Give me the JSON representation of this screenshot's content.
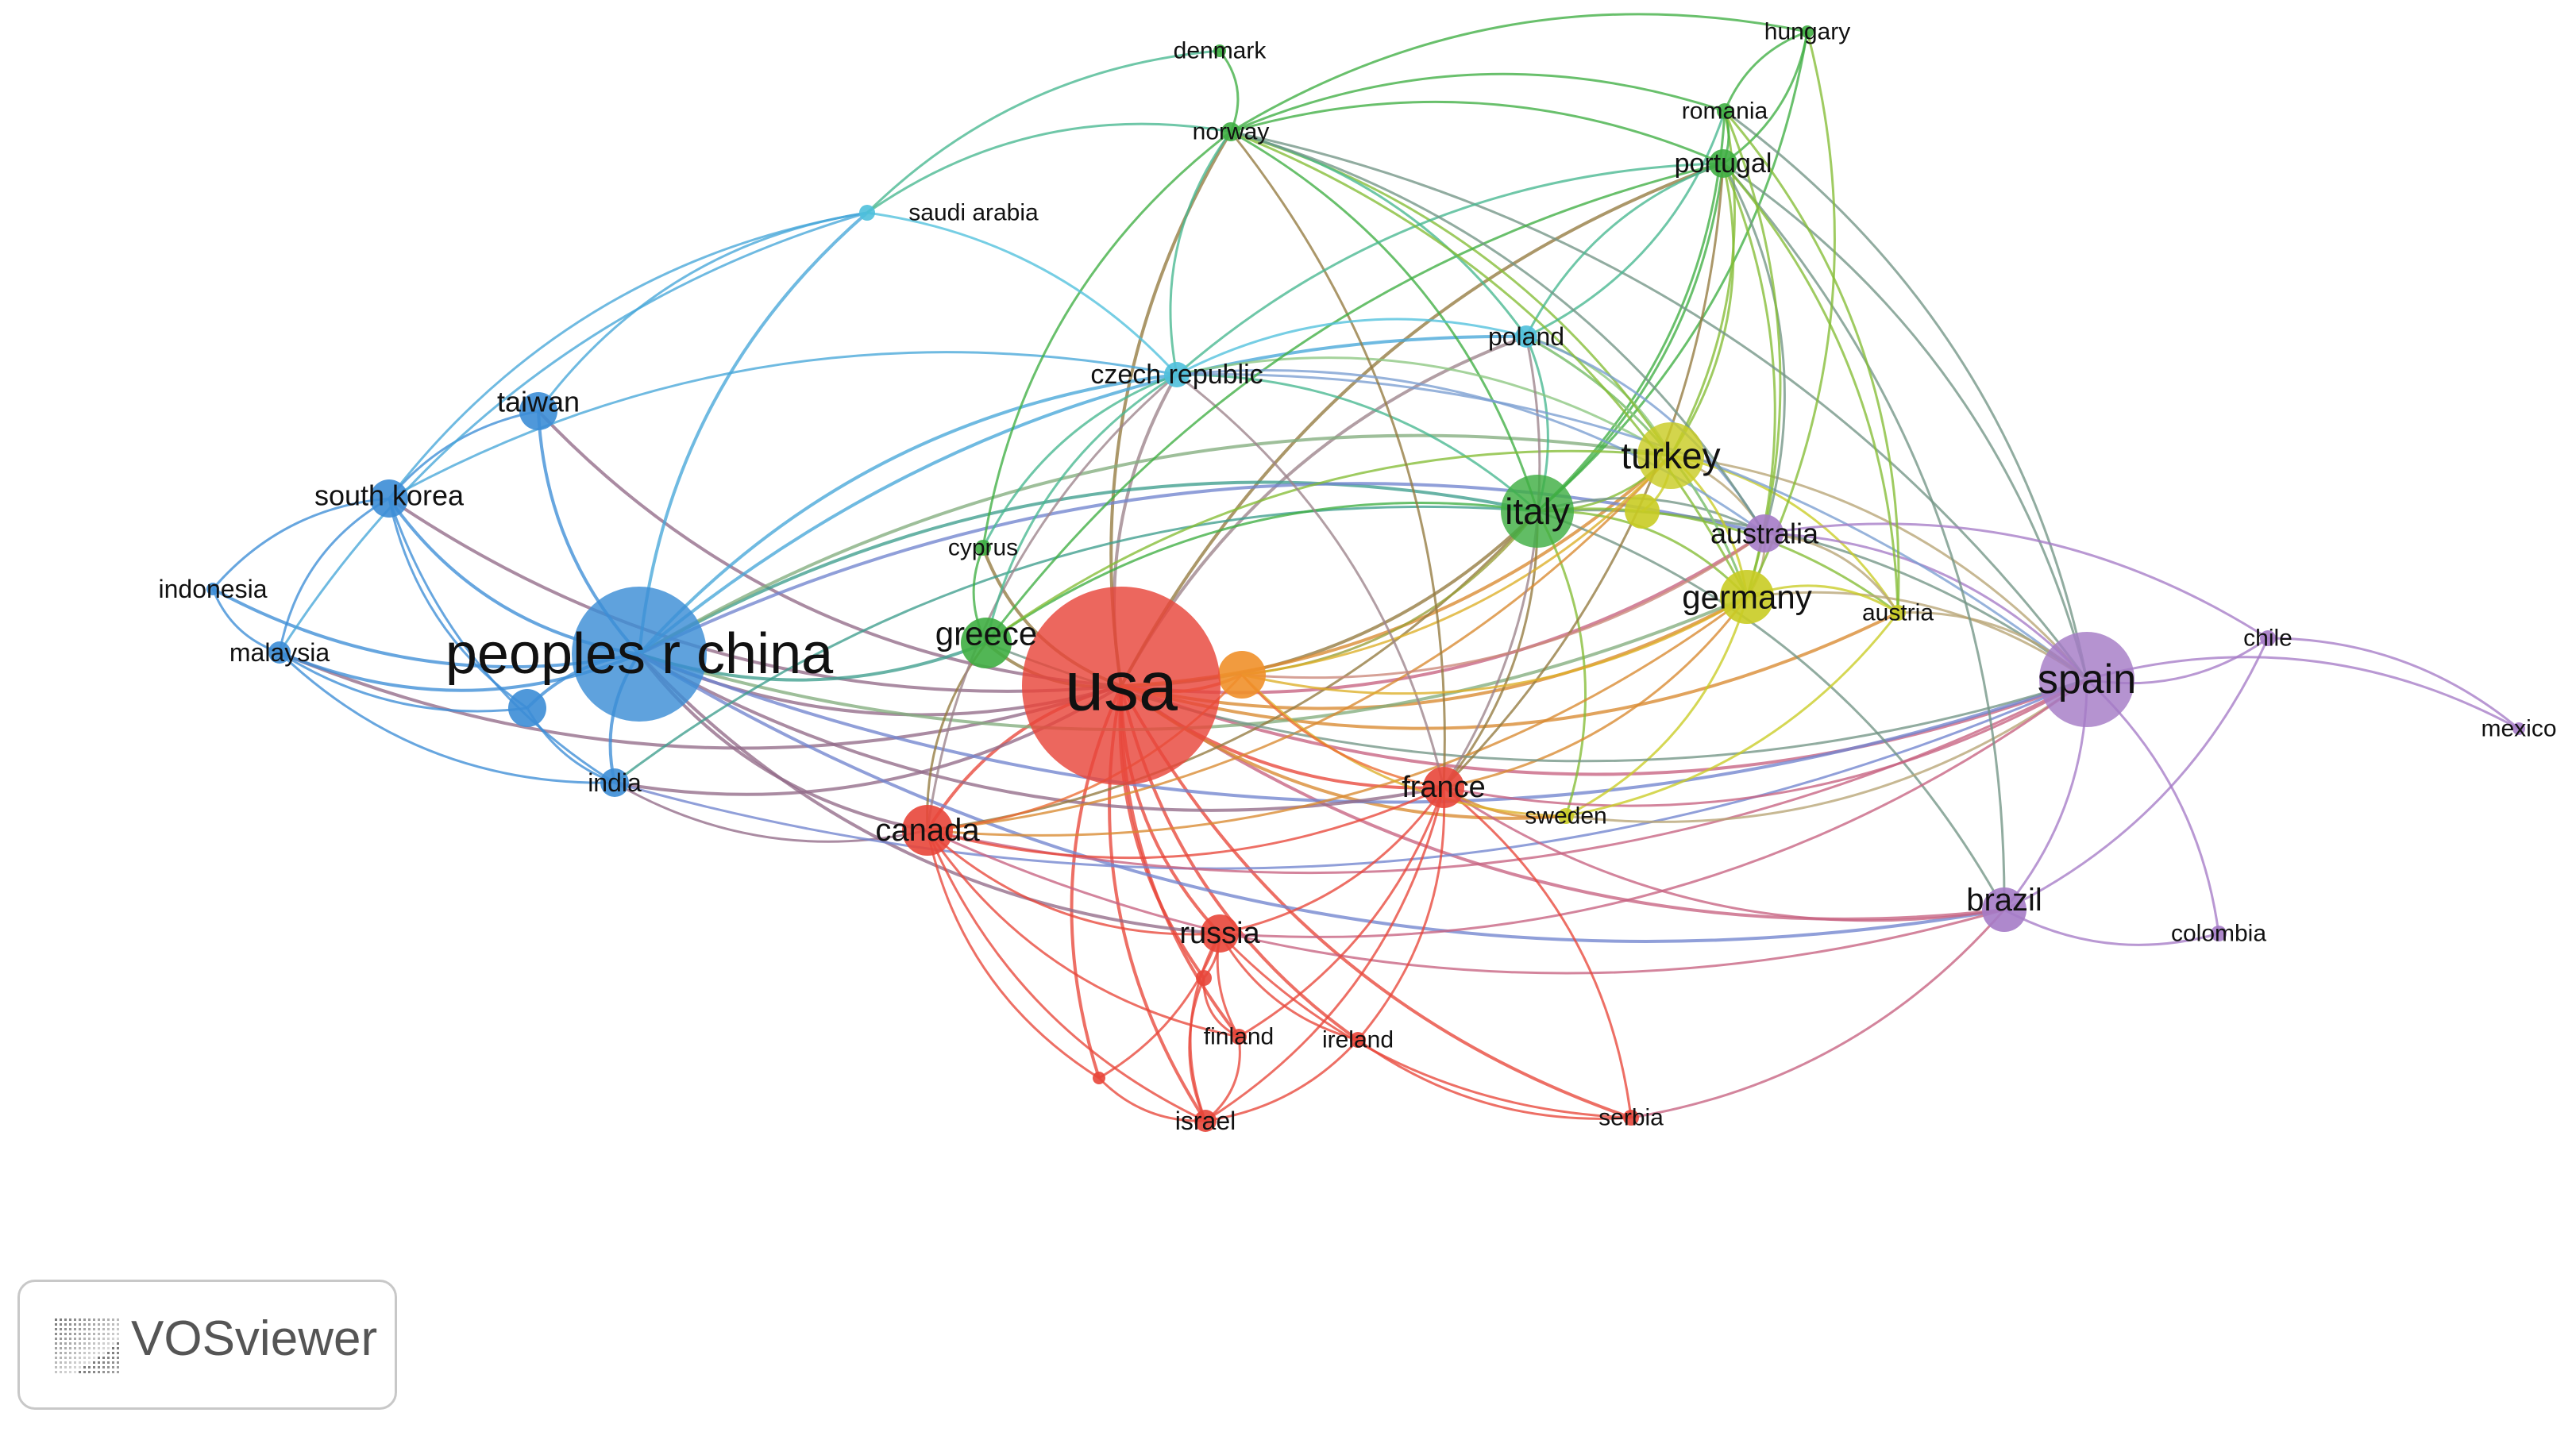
{
  "network": {
    "clusters": {
      "red": "#e8463a",
      "blue": "#3c8dd6",
      "green": "#3fae43",
      "cyan": "#4fc0dc",
      "yellow": "#c9cc24",
      "purple": "#a57bc6",
      "orange": "#f0902a"
    },
    "nodes": [
      {
        "id": "usa",
        "label": "usa",
        "cluster": "red"
      },
      {
        "id": "china",
        "label": "peoples r china",
        "cluster": "blue"
      },
      {
        "id": "spain",
        "label": "spain",
        "cluster": "purple"
      },
      {
        "id": "italy",
        "label": "italy",
        "cluster": "green"
      },
      {
        "id": "turkey",
        "label": "turkey",
        "cluster": "yellow"
      },
      {
        "id": "germany",
        "label": "germany",
        "cluster": "yellow"
      },
      {
        "id": "australia",
        "label": "australia",
        "cluster": "purple"
      },
      {
        "id": "greece",
        "label": "greece",
        "cluster": "green"
      },
      {
        "id": "canada",
        "label": "canada",
        "cluster": "red"
      },
      {
        "id": "france",
        "label": "france",
        "cluster": "red"
      },
      {
        "id": "brazil",
        "label": "brazil",
        "cluster": "purple"
      },
      {
        "id": "russia",
        "label": "russia",
        "cluster": "red"
      },
      {
        "id": "taiwan",
        "label": "taiwan",
        "cluster": "blue"
      },
      {
        "id": "southkorea",
        "label": "south korea",
        "cluster": "blue"
      },
      {
        "id": "india",
        "label": "india",
        "cluster": "blue"
      },
      {
        "id": "malaysia",
        "label": "malaysia",
        "cluster": "blue"
      },
      {
        "id": "indonesia",
        "label": "indonesia",
        "cluster": "blue"
      },
      {
        "id": "czech",
        "label": "czech republic",
        "cluster": "cyan"
      },
      {
        "id": "poland",
        "label": "poland",
        "cluster": "cyan"
      },
      {
        "id": "saudi",
        "label": "saudi arabia",
        "cluster": "cyan"
      },
      {
        "id": "cyprus",
        "label": "cyprus",
        "cluster": "green"
      },
      {
        "id": "portugal",
        "label": "portugal",
        "cluster": "green"
      },
      {
        "id": "romania",
        "label": "romania",
        "cluster": "green"
      },
      {
        "id": "hungary",
        "label": "hungary",
        "cluster": "green"
      },
      {
        "id": "norway",
        "label": "norway",
        "cluster": "green"
      },
      {
        "id": "denmark",
        "label": "denmark",
        "cluster": "green"
      },
      {
        "id": "austria",
        "label": "austria",
        "cluster": "yellow"
      },
      {
        "id": "sweden",
        "label": "sweden",
        "cluster": "yellow"
      },
      {
        "id": "chile",
        "label": "chile",
        "cluster": "purple"
      },
      {
        "id": "mexico",
        "label": "mexico",
        "cluster": "purple"
      },
      {
        "id": "colombia",
        "label": "colombia",
        "cluster": "purple"
      },
      {
        "id": "finland",
        "label": "finland",
        "cluster": "red"
      },
      {
        "id": "ireland",
        "label": "ireland",
        "cluster": "red"
      },
      {
        "id": "israel",
        "label": "israel",
        "cluster": "red"
      },
      {
        "id": "serbia",
        "label": "serbia",
        "cluster": "red"
      },
      {
        "id": "orangehub",
        "label": "",
        "cluster": "orange"
      },
      {
        "id": "chinasat",
        "label": "",
        "cluster": "blue"
      },
      {
        "id": "turkeysat",
        "label": "",
        "cluster": "yellow"
      },
      {
        "id": "redsat1",
        "label": "",
        "cluster": "red"
      },
      {
        "id": "redsat2",
        "label": "",
        "cluster": "red"
      }
    ],
    "links": [
      [
        "usa",
        "china"
      ],
      [
        "usa",
        "canada"
      ],
      [
        "usa",
        "italy"
      ],
      [
        "usa",
        "turkey"
      ],
      [
        "usa",
        "germany"
      ],
      [
        "usa",
        "spain"
      ],
      [
        "usa",
        "france"
      ],
      [
        "usa",
        "russia"
      ],
      [
        "usa",
        "brazil"
      ],
      [
        "usa",
        "australia"
      ],
      [
        "usa",
        "greece"
      ],
      [
        "usa",
        "taiwan"
      ],
      [
        "usa",
        "southkorea"
      ],
      [
        "usa",
        "india"
      ],
      [
        "usa",
        "israel"
      ],
      [
        "usa",
        "finland"
      ],
      [
        "usa",
        "ireland"
      ],
      [
        "usa",
        "serbia"
      ],
      [
        "usa",
        "czech"
      ],
      [
        "usa",
        "poland"
      ],
      [
        "usa",
        "portugal"
      ],
      [
        "usa",
        "norway"
      ],
      [
        "usa",
        "sweden"
      ],
      [
        "usa",
        "austria"
      ],
      [
        "usa",
        "orangehub"
      ],
      [
        "usa",
        "malaysia"
      ],
      [
        "usa",
        "cyprus"
      ],
      [
        "usa",
        "redsat1"
      ],
      [
        "usa",
        "redsat2"
      ],
      [
        "china",
        "southkorea"
      ],
      [
        "china",
        "taiwan"
      ],
      [
        "china",
        "india"
      ],
      [
        "china",
        "malaysia"
      ],
      [
        "china",
        "indonesia"
      ],
      [
        "china",
        "canada"
      ],
      [
        "china",
        "italy"
      ],
      [
        "china",
        "turkey"
      ],
      [
        "china",
        "germany"
      ],
      [
        "china",
        "spain"
      ],
      [
        "china",
        "australia"
      ],
      [
        "china",
        "czech"
      ],
      [
        "china",
        "saudi"
      ],
      [
        "china",
        "greece"
      ],
      [
        "china",
        "france"
      ],
      [
        "china",
        "brazil"
      ],
      [
        "china",
        "chinasat"
      ],
      [
        "china",
        "poland"
      ],
      [
        "china",
        "russia"
      ],
      [
        "southkorea",
        "taiwan"
      ],
      [
        "southkorea",
        "indonesia"
      ],
      [
        "southkorea",
        "malaysia"
      ],
      [
        "southkorea",
        "india"
      ],
      [
        "southkorea",
        "chinasat"
      ],
      [
        "southkorea",
        "saudi"
      ],
      [
        "southkorea",
        "czech"
      ],
      [
        "malaysia",
        "indonesia"
      ],
      [
        "malaysia",
        "india"
      ],
      [
        "malaysia",
        "chinasat"
      ],
      [
        "malaysia",
        "saudi"
      ],
      [
        "taiwan",
        "saudi"
      ],
      [
        "india",
        "chinasat"
      ],
      [
        "india",
        "canada"
      ],
      [
        "india",
        "italy"
      ],
      [
        "india",
        "spain"
      ],
      [
        "italy",
        "turkey"
      ],
      [
        "italy",
        "germany"
      ],
      [
        "italy",
        "spain"
      ],
      [
        "italy",
        "portugal"
      ],
      [
        "italy",
        "romania"
      ],
      [
        "italy",
        "poland"
      ],
      [
        "italy",
        "czech"
      ],
      [
        "italy",
        "greece"
      ],
      [
        "italy",
        "france"
      ],
      [
        "italy",
        "australia"
      ],
      [
        "italy",
        "norway"
      ],
      [
        "italy",
        "hungary"
      ],
      [
        "italy",
        "austria"
      ],
      [
        "italy",
        "sweden"
      ],
      [
        "italy",
        "canada"
      ],
      [
        "italy",
        "brazil"
      ],
      [
        "italy",
        "orangehub"
      ],
      [
        "turkey",
        "germany"
      ],
      [
        "turkey",
        "spain"
      ],
      [
        "turkey",
        "portugal"
      ],
      [
        "turkey",
        "romania"
      ],
      [
        "turkey",
        "poland"
      ],
      [
        "turkey",
        "czech"
      ],
      [
        "turkey",
        "australia"
      ],
      [
        "turkey",
        "greece"
      ],
      [
        "turkey",
        "canada"
      ],
      [
        "turkey",
        "orangehub"
      ],
      [
        "turkey",
        "turkeysat"
      ],
      [
        "turkey",
        "austria"
      ],
      [
        "turkey",
        "norway"
      ],
      [
        "germany",
        "spain"
      ],
      [
        "germany",
        "austria"
      ],
      [
        "germany",
        "australia"
      ],
      [
        "germany",
        "france"
      ],
      [
        "germany",
        "sweden"
      ],
      [
        "germany",
        "portugal"
      ],
      [
        "germany",
        "poland"
      ],
      [
        "germany",
        "canada"
      ],
      [
        "spain",
        "brazil"
      ],
      [
        "spain",
        "chile"
      ],
      [
        "spain",
        "mexico"
      ],
      [
        "spain",
        "colombia"
      ],
      [
        "spain",
        "france"
      ],
      [
        "spain",
        "australia"
      ],
      [
        "spain",
        "canada"
      ],
      [
        "spain",
        "portugal"
      ],
      [
        "spain",
        "romania"
      ],
      [
        "spain",
        "czech"
      ],
      [
        "spain",
        "austria"
      ],
      [
        "spain",
        "sweden"
      ],
      [
        "spain",
        "greece"
      ],
      [
        "spain",
        "russia"
      ],
      [
        "spain",
        "norway"
      ],
      [
        "brazil",
        "chile"
      ],
      [
        "brazil",
        "colombia"
      ],
      [
        "brazil",
        "france"
      ],
      [
        "brazil",
        "serbia"
      ],
      [
        "brazil",
        "canada"
      ],
      [
        "brazil",
        "portugal"
      ],
      [
        "chile",
        "mexico"
      ],
      [
        "chile",
        "australia"
      ],
      [
        "canada",
        "russia"
      ],
      [
        "canada",
        "france"
      ],
      [
        "canada",
        "israel"
      ],
      [
        "canada",
        "finland"
      ],
      [
        "canada",
        "greece"
      ],
      [
        "canada",
        "czech"
      ],
      [
        "canada",
        "redsat2"
      ],
      [
        "russia",
        "finland"
      ],
      [
        "russia",
        "ireland"
      ],
      [
        "russia",
        "israel"
      ],
      [
        "russia",
        "redsat1"
      ],
      [
        "russia",
        "france"
      ],
      [
        "russia",
        "serbia"
      ],
      [
        "russia",
        "redsat2"
      ],
      [
        "france",
        "ireland"
      ],
      [
        "france",
        "israel"
      ],
      [
        "france",
        "sweden"
      ],
      [
        "france",
        "portugal"
      ],
      [
        "france",
        "poland"
      ],
      [
        "france",
        "czech"
      ],
      [
        "france",
        "norway"
      ],
      [
        "france",
        "serbia"
      ],
      [
        "france",
        "finland"
      ],
      [
        "israel",
        "redsat2"
      ],
      [
        "israel",
        "finland"
      ],
      [
        "israel",
        "ireland"
      ],
      [
        "israel",
        "redsat1"
      ],
      [
        "finland",
        "redsat1"
      ],
      [
        "ireland",
        "serbia"
      ],
      [
        "greece",
        "cyprus"
      ],
      [
        "greece",
        "czech"
      ],
      [
        "greece",
        "portugal"
      ],
      [
        "cyprus",
        "czech"
      ],
      [
        "cyprus",
        "norway"
      ],
      [
        "czech",
        "saudi"
      ],
      [
        "czech",
        "poland"
      ],
      [
        "czech",
        "norway"
      ],
      [
        "czech",
        "portugal"
      ],
      [
        "czech",
        "australia"
      ],
      [
        "saudi",
        "norway"
      ],
      [
        "saudi",
        "denmark"
      ],
      [
        "poland",
        "portugal"
      ],
      [
        "poland",
        "romania"
      ],
      [
        "poland",
        "australia"
      ],
      [
        "poland",
        "germany"
      ],
      [
        "norway",
        "denmark"
      ],
      [
        "norway",
        "portugal"
      ],
      [
        "norway",
        "romania"
      ],
      [
        "norway",
        "hungary"
      ],
      [
        "norway",
        "poland"
      ],
      [
        "norway",
        "germany"
      ],
      [
        "norway",
        "australia"
      ],
      [
        "portugal",
        "romania"
      ],
      [
        "portugal",
        "hungary"
      ],
      [
        "portugal",
        "australia"
      ],
      [
        "portugal",
        "austria"
      ],
      [
        "romania",
        "hungary"
      ],
      [
        "romania",
        "austria"
      ],
      [
        "romania",
        "germany"
      ],
      [
        "hungary",
        "germany"
      ],
      [
        "australia",
        "austria"
      ],
      [
        "australia",
        "orangehub"
      ],
      [
        "austria",
        "sweden"
      ],
      [
        "sweden",
        "orangehub"
      ],
      [
        "orangehub",
        "france"
      ],
      [
        "orangehub",
        "canada"
      ],
      [
        "orangehub",
        "germany"
      ]
    ]
  },
  "badge": {
    "label": "VOSviewer"
  }
}
